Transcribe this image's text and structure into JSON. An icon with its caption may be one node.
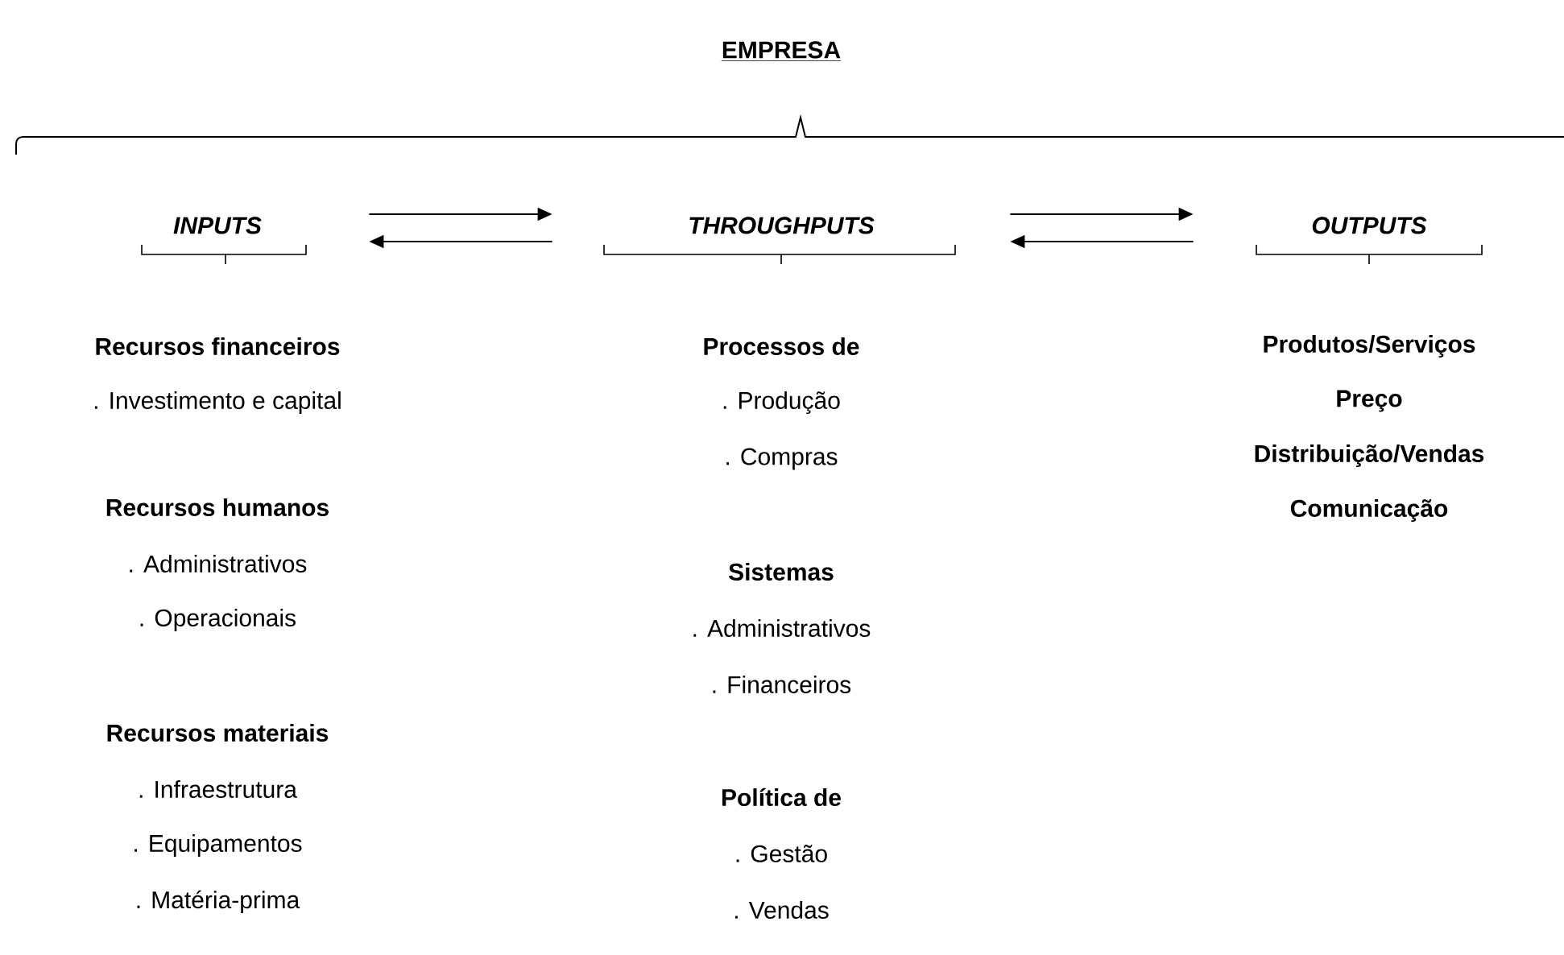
{
  "diagram": {
    "title": "EMPRESA",
    "nodes": [
      {
        "text": [
          "INPUTS"
        ]
      },
      {
        "text": [
          "THROUGHPUTS"
        ]
      },
      {
        "text": [
          "OUTPUTS"
        ]
      }
    ],
    "edges": [
      {
        "from": 0,
        "to": 1,
        "arrow": "to"
      },
      {
        "from": 1,
        "to": 0,
        "arrow": "to"
      },
      {
        "from": 1,
        "to": 2,
        "arrow": "to"
      },
      {
        "from": 2,
        "to": 1,
        "arrow": "to"
      }
    ],
    "labels": [
      "Recursos financeiros",
      ". Investimento e capital",
      "Recursos humanos",
      ". Administrativos",
      ". Operacionais",
      "Recursos materiais",
      ". Infraestrutura",
      ". Equipamentos",
      ". Matéria-prima",
      "Processos de",
      ". Produção",
      ". Compras",
      "Sistemas",
      ". Administrativos",
      ". Financeiros",
      "Política de",
      ". Gestão",
      ". Vendas",
      "Produtos/Serviços",
      "Preço",
      "Distribuição/Vendas",
      "Comunicação"
    ]
  }
}
